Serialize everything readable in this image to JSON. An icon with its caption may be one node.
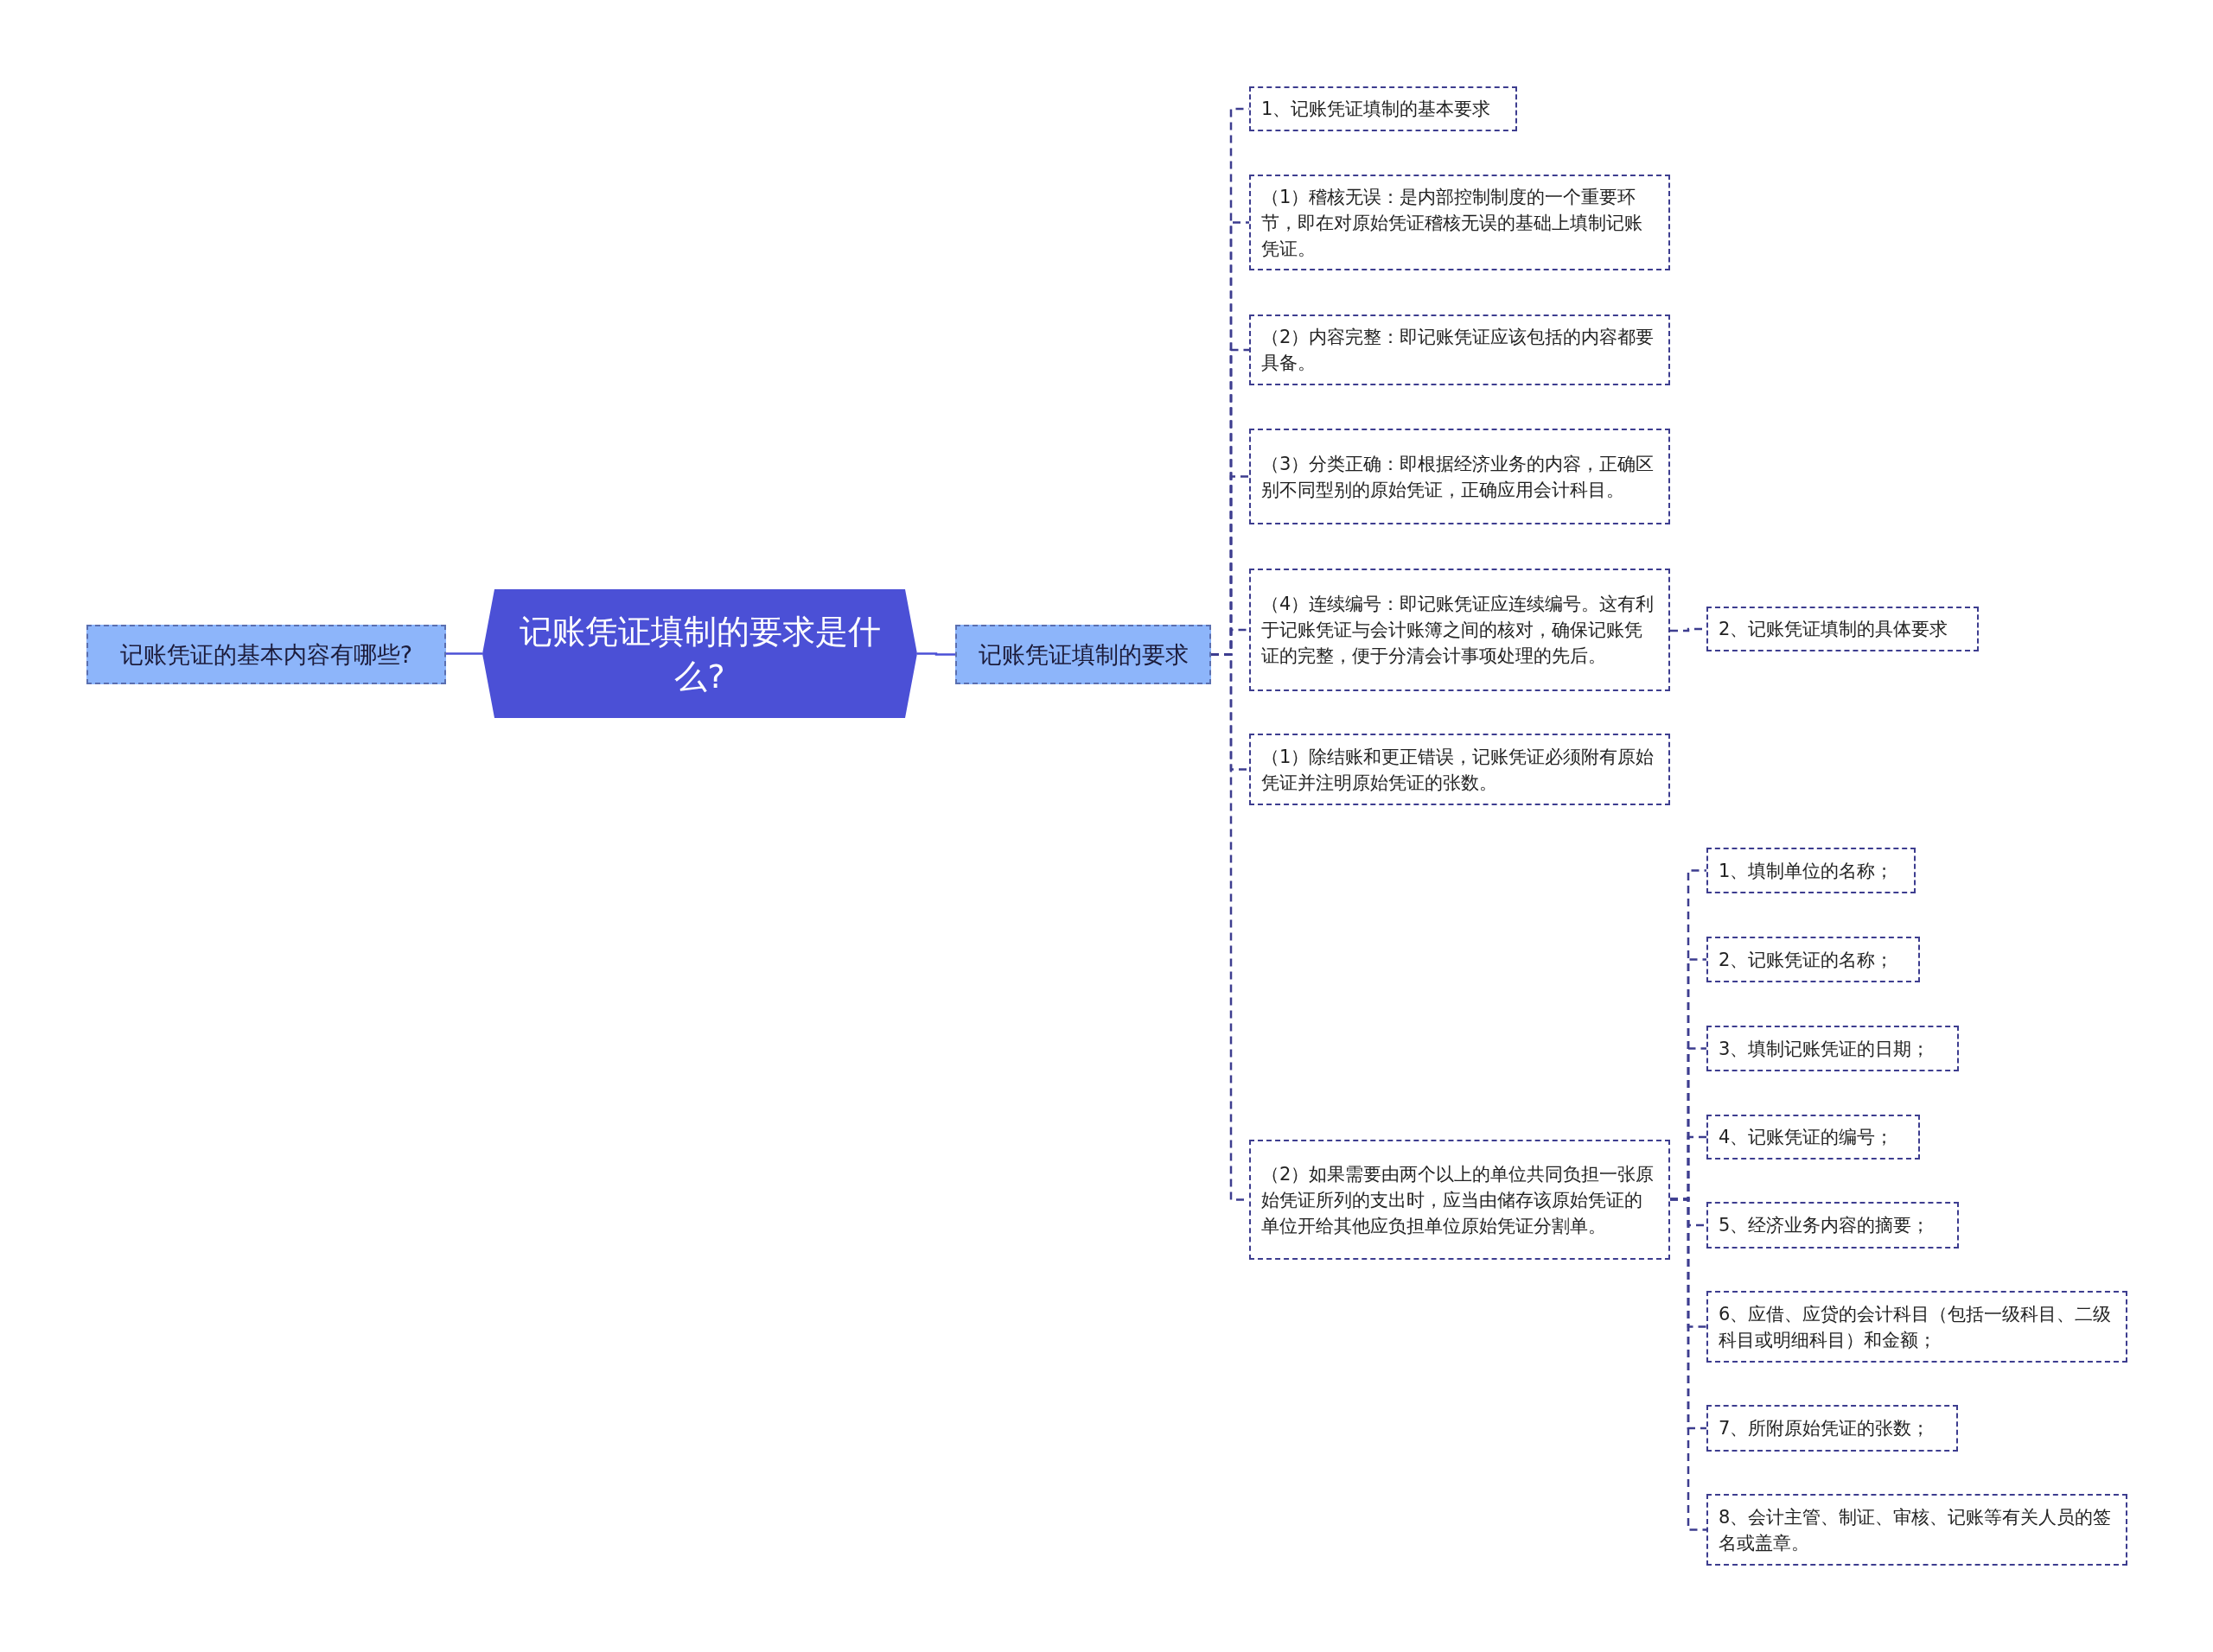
{
  "diagram": {
    "nodes": [
      {
        "text": [
          "记账凭证填制的要求是什么?"
        ]
      },
      {
        "text": [
          "记账凭证的基本内容有哪些?"
        ]
      },
      {
        "text": [
          "记账凭证填制的要求"
        ]
      },
      {
        "text": [
          "1、记账凭证填制的基本要求"
        ]
      },
      {
        "text": [
          "（1）稽核无误：是内部控制制度的一个重要环节，即在对原始凭证稽核无误的基础上填制记账凭证。"
        ]
      },
      {
        "text": [
          "（2）内容完整：即记账凭证应该包括的内容都要具备。"
        ]
      },
      {
        "text": [
          "（3）分类正确：即根据经济业务的内容，正确区别不同型别的原始凭证，正确应用会计科目。"
        ]
      },
      {
        "text": [
          "（4）连续编号：即记账凭证应连续编号。这有利于记账凭证与会计账簿之间的核对，确保记账凭证的完整，便于分清会计事项处理的先后。"
        ]
      },
      {
        "text": [
          "2、记账凭证填制的具体要求"
        ]
      },
      {
        "text": [
          "（1）除结账和更正错误，记账凭证必须附有原始凭证并注明原始凭证的张数。"
        ]
      },
      {
        "text": [
          "（2）如果需要由两个以上的单位共同负担一张原始凭证所列的支出时，应当由储存该原始凭证的单位开给其他应负担单位原始凭证分割单。"
        ]
      },
      {
        "text": [
          "1、填制单位的名称；"
        ]
      },
      {
        "text": [
          "2、记账凭证的名称；"
        ]
      },
      {
        "text": [
          "3、填制记账凭证的日期；"
        ]
      },
      {
        "text": [
          "4、记账凭证的编号；"
        ]
      },
      {
        "text": [
          "5、经济业务内容的摘要；"
        ]
      },
      {
        "text": [
          "6、应借、应贷的会计科目（包括一级科目、二级科目或明细科目）和金额；"
        ]
      },
      {
        "text": [
          "7、所附原始凭证的张数；"
        ]
      },
      {
        "text": [
          "8、会计主管、制证、审核、记账等有关人员的签名或盖章。"
        ]
      }
    ],
    "edges": [
      {
        "from": 0,
        "to": 1,
        "arrow": "none",
        "color": "#4b50d6"
      },
      {
        "from": 0,
        "to": 2,
        "arrow": "none",
        "color": "#4b50d6"
      },
      {
        "from": 2,
        "to": 3,
        "arrow": "none",
        "style": "dashed"
      },
      {
        "from": 2,
        "to": 4,
        "arrow": "none",
        "style": "dashed"
      },
      {
        "from": 2,
        "to": 5,
        "arrow": "none",
        "style": "dashed"
      },
      {
        "from": 2,
        "to": 6,
        "arrow": "none",
        "style": "dashed"
      },
      {
        "from": 2,
        "to": 7,
        "arrow": "none",
        "style": "dashed"
      },
      {
        "from": 2,
        "to": 9,
        "arrow": "none",
        "style": "dashed"
      },
      {
        "from": 2,
        "to": 10,
        "arrow": "none",
        "style": "dashed"
      },
      {
        "from": 7,
        "to": 8,
        "arrow": "none",
        "style": "dashed"
      },
      {
        "from": 10,
        "to": 11,
        "arrow": "none",
        "style": "dashed"
      },
      {
        "from": 10,
        "to": 12,
        "arrow": "none",
        "style": "dashed"
      },
      {
        "from": 10,
        "to": 13,
        "arrow": "none",
        "style": "dashed"
      },
      {
        "from": 10,
        "to": 14,
        "arrow": "none",
        "style": "dashed"
      },
      {
        "from": 10,
        "to": 15,
        "arrow": "none",
        "style": "dashed"
      },
      {
        "from": 10,
        "to": 16,
        "arrow": "none",
        "style": "dashed"
      },
      {
        "from": 10,
        "to": 17,
        "arrow": "none",
        "style": "dashed"
      },
      {
        "from": 10,
        "to": 18,
        "arrow": "none",
        "style": "dashed"
      }
    ]
  }
}
